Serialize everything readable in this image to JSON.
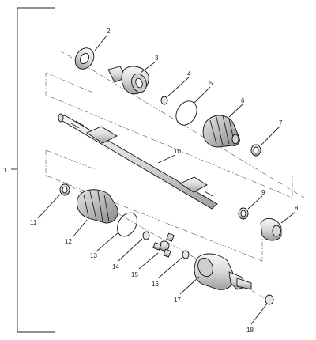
{
  "diagram": {
    "callouts": [
      {
        "id": "1",
        "label": "1"
      },
      {
        "id": "2",
        "label": "2"
      },
      {
        "id": "3",
        "label": "3"
      },
      {
        "id": "4",
        "label": "4"
      },
      {
        "id": "5",
        "label": "5"
      },
      {
        "id": "6",
        "label": "6"
      },
      {
        "id": "7",
        "label": "7"
      },
      {
        "id": "8",
        "label": "8"
      },
      {
        "id": "9",
        "label": "9"
      },
      {
        "id": "10",
        "label": "10"
      },
      {
        "id": "11",
        "label": "11"
      },
      {
        "id": "12",
        "label": "12"
      },
      {
        "id": "13",
        "label": "13"
      },
      {
        "id": "14",
        "label": "14"
      },
      {
        "id": "15",
        "label": "15"
      },
      {
        "id": "16",
        "label": "16"
      },
      {
        "id": "17",
        "label": "17"
      },
      {
        "id": "18",
        "label": "18"
      }
    ]
  },
  "colors": {
    "line": "#111111",
    "part_fill": "#e9e9e9",
    "part_dark": "#bdbdbd",
    "background": "#ffffff"
  }
}
